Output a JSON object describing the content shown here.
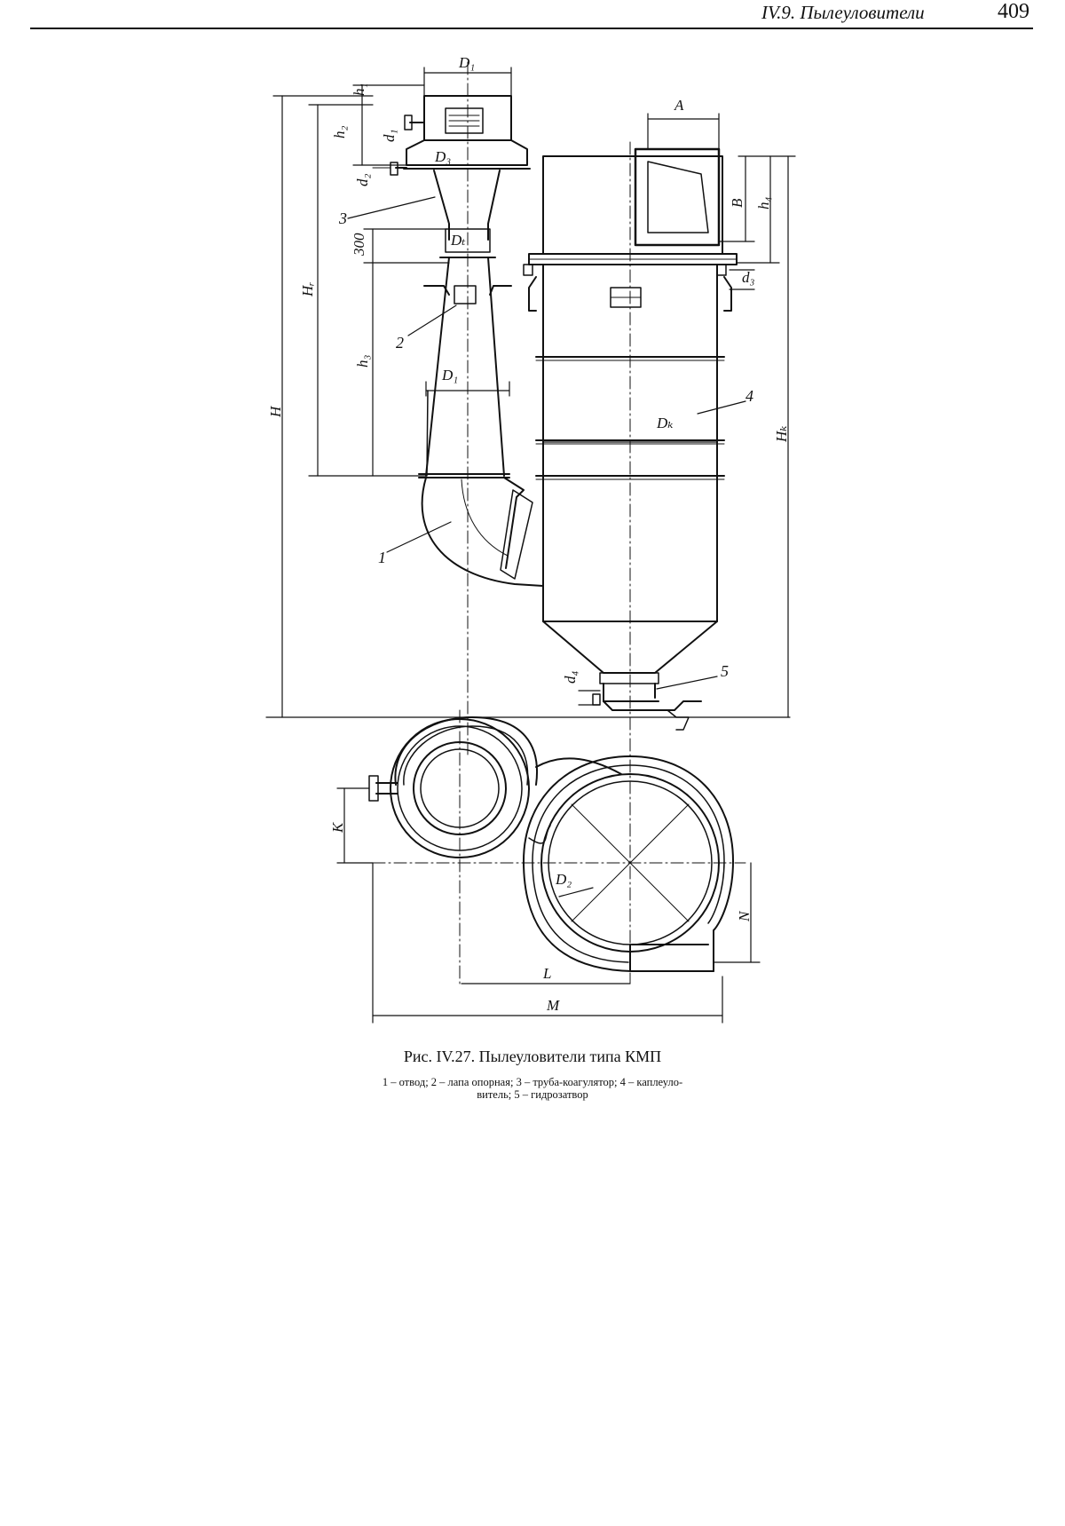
{
  "running_head": {
    "title": "IV.9. Пылеуловители",
    "page_number": "409"
  },
  "figure": {
    "caption": "Рис. IV.27. Пылеуловители типа КМП",
    "legend_line1": "1 – отвод; 2 – лапа опорная; 3 – труба-коагулятор; 4 – каплеуло-",
    "legend_line2": "витель; 5 – гидрозатвор",
    "dimension_labels": {
      "D1_top": "D₁",
      "h1": "h₁",
      "h2": "h₂",
      "d1": "d₁",
      "d2": "d₂",
      "D3": "D₃",
      "A": "A",
      "B": "B",
      "h4": "h₄",
      "d3": "d₃",
      "s300": "300",
      "Dt": "Dₜ",
      "Hr": "Hᵣ",
      "h3": "h₃",
      "D1_mid": "D₁",
      "H": "H",
      "Dk": "Dₖ",
      "Hk": "Hₖ",
      "d4": "d₄",
      "K": "K",
      "D2": "D₂",
      "N": "N",
      "L": "L",
      "M": "M"
    },
    "part_numbers": {
      "p1": "1",
      "p2": "2",
      "p3": "3",
      "p4": "4",
      "p5": "5"
    }
  }
}
